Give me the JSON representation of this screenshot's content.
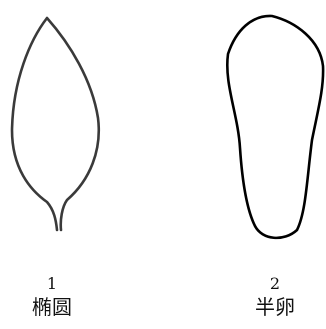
{
  "leaves": [
    {
      "number": "1",
      "label": "椭圆",
      "stroke": "#3a3a3a"
    },
    {
      "number": "2",
      "label": "半卵",
      "stroke": "#000000"
    }
  ]
}
